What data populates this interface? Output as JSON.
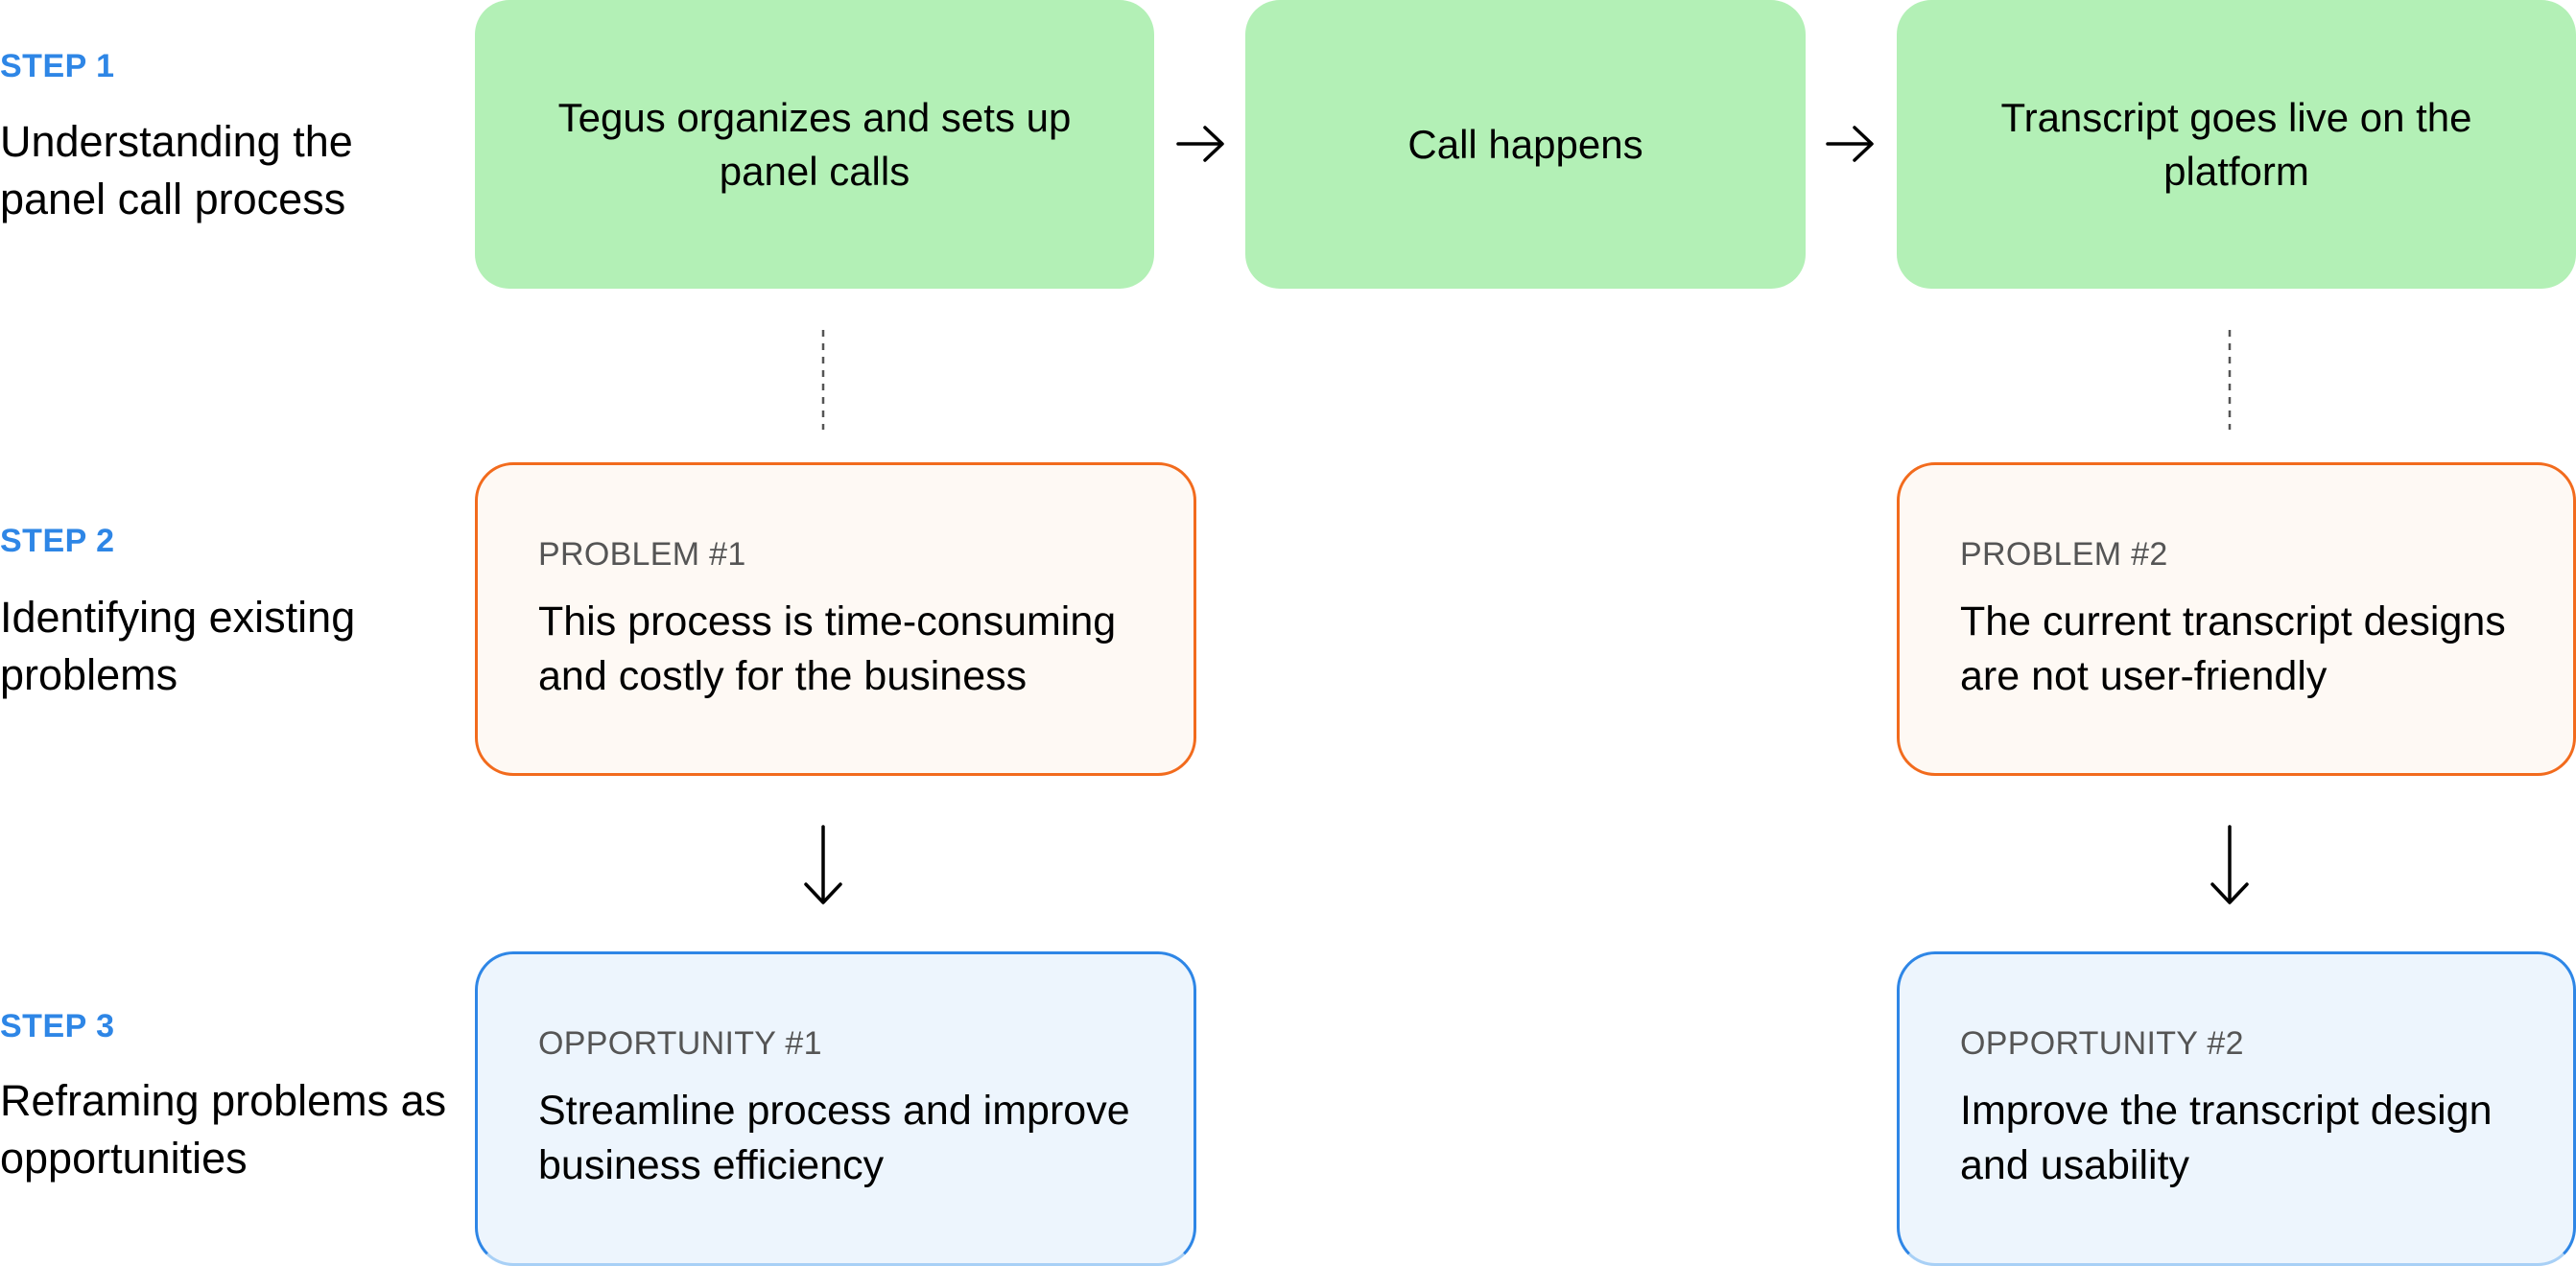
{
  "steps": [
    {
      "label": "STEP 1",
      "title": "Understanding the panel call process"
    },
    {
      "label": "STEP 2",
      "title": "Identifying existing problems"
    },
    {
      "label": "STEP 3",
      "title": "Reframing problems as opportunities"
    }
  ],
  "process": [
    {
      "text": "Tegus organizes and sets up panel calls"
    },
    {
      "text": "Call happens"
    },
    {
      "text": "Transcript goes live on the platform"
    }
  ],
  "problems": [
    {
      "kicker": "PROBLEM #1",
      "text": "This process is time-consuming and costly for the business"
    },
    {
      "kicker": "PROBLEM #2",
      "text": "The current transcript designs are not user-friendly"
    }
  ],
  "opportunities": [
    {
      "kicker": "OPPORTUNITY #1",
      "text": "Streamline process and improve business efficiency"
    },
    {
      "kicker": "OPPORTUNITY #2",
      "text": "Improve the transcript design and usability"
    }
  ],
  "colors": {
    "step_label": "#2e86e6",
    "process_fill": "#b3f0b6",
    "problem_border": "#f26b1d",
    "problem_fill": "#fef9f4",
    "opportunity_border": "#2e86e6",
    "opportunity_fill": "#edf5fd"
  },
  "icons": {
    "horizontal": "arrow-right-icon",
    "vertical": "arrow-down-icon",
    "connector": "dashed-line"
  }
}
